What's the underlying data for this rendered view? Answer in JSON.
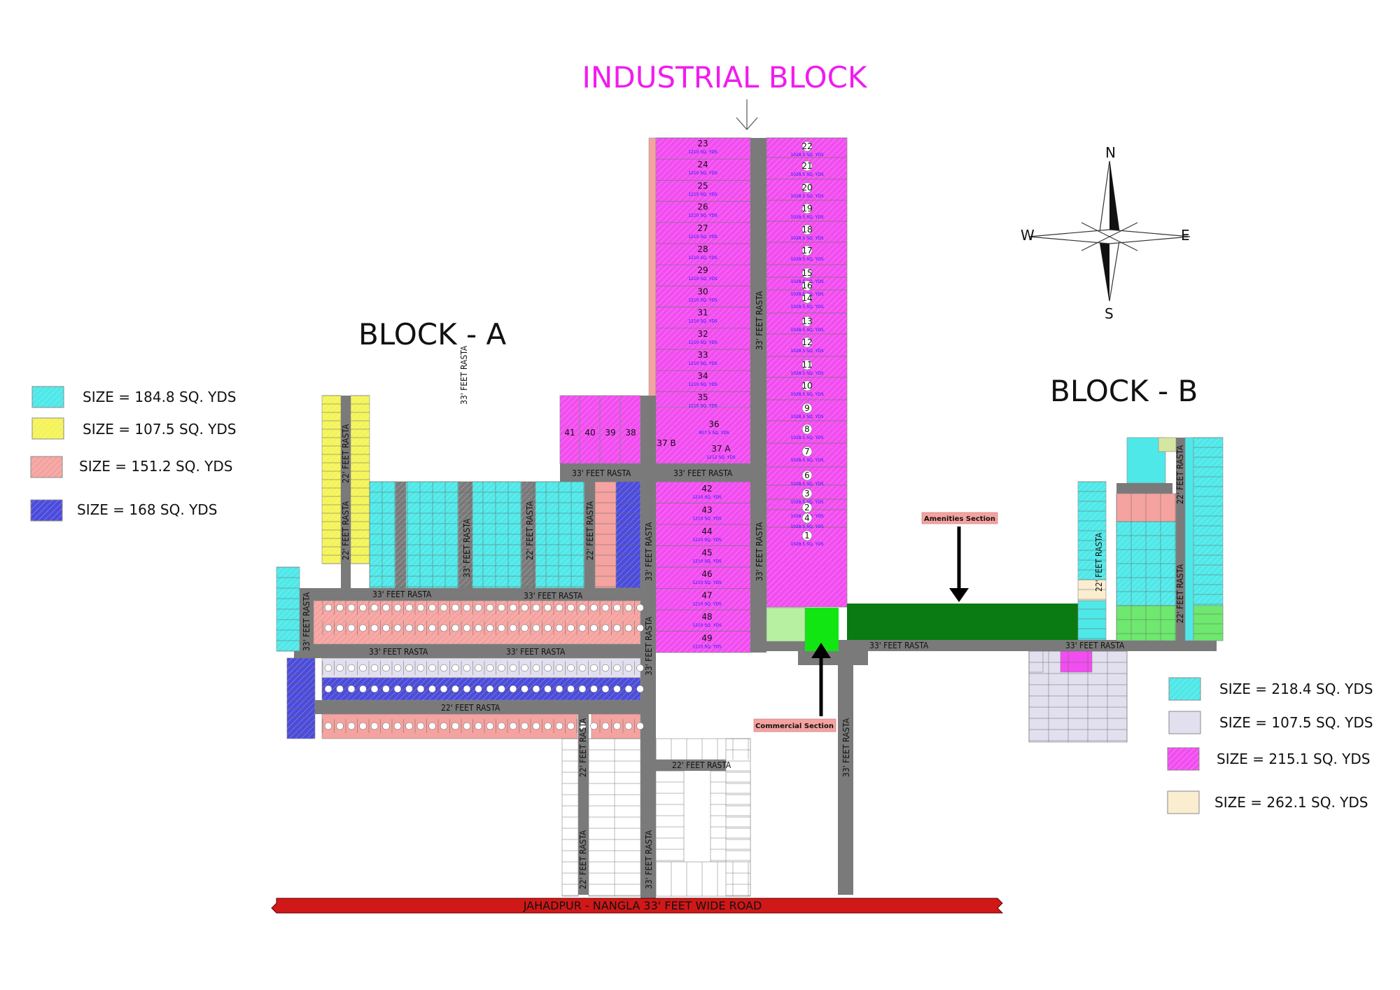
{
  "title": "INDUSTRIAL BLOCK",
  "blocks": {
    "a_label": "BLOCK - A",
    "b_label": "BLOCK - B"
  },
  "compass": {
    "n": "N",
    "s": "S",
    "e": "E",
    "w": "W"
  },
  "legend_left": [
    {
      "label": "SIZE  =  184.8  SQ.  YDS",
      "color": "#4fe8e8"
    },
    {
      "label": "SIZE = 107.5 SQ. YDS",
      "color": "#f4f45a"
    },
    {
      "label": "SIZE = 151.2 SQ. YDS",
      "color": "#f5a3a0"
    },
    {
      "label": "SIZE = 168 SQ. YDS",
      "color": "#4b4bdc"
    }
  ],
  "legend_right": [
    {
      "label": "SIZE  =  218.4  SQ.  YDS",
      "color": "#4fe8e8"
    },
    {
      "label": "SIZE = 107.5 SQ. YDS",
      "color": "#e2e0ef"
    },
    {
      "label": "SIZE = 215.1 SQ. YDS",
      "color": "#f24df0"
    },
    {
      "label": "SIZE = 262.1 SQ. YDS",
      "color": "#faedd0"
    }
  ],
  "sections": {
    "amenities": "Amenities Section",
    "commercial": "Commercial Section"
  },
  "roads": {
    "rasta33": "33' FEET RASTA",
    "rasta33_short": "33' FEET RASTA",
    "rasta22": "22' FEET RASTA",
    "main_road": "JAHADPUR - NANGLA 33' FEET WIDE ROAD"
  },
  "industrial_plots": {
    "left_numbers": [
      "23",
      "24",
      "25",
      "26",
      "27",
      "28",
      "29",
      "30",
      "31",
      "32",
      "33",
      "34",
      "35"
    ],
    "left_size": "1210 SQ. YDS",
    "right_numbers": [
      "22",
      "21",
      "20",
      "19",
      "18",
      "17",
      "15",
      "16",
      "14",
      "13",
      "12",
      "11",
      "10",
      "9",
      "8",
      "7",
      "6",
      "3",
      "2",
      "4",
      "1"
    ],
    "right_size": "1028.5 SQ. YDS",
    "lower_left_numbers": [
      "42",
      "43",
      "44",
      "45",
      "46",
      "47",
      "48",
      "49"
    ],
    "plot_36": "36",
    "plot_36_size": "907.5 SQ. YDS",
    "plot_37a": "37 A",
    "plot_37a_size": "1212 SQ. YDS",
    "plot_37b": "37 B",
    "small_plots": [
      "41",
      "40",
      "39",
      "38"
    ]
  },
  "colors": {
    "cyan": "#4fe8e8",
    "yellow": "#f4f45a",
    "salmon": "#f5a3a0",
    "blue": "#4b4bdc",
    "magenta": "#f24df0",
    "lavender": "#e2e0ef",
    "cream": "#faedd0",
    "road": "#7a7a7a",
    "green": "#0a7a12",
    "bright_green": "#12e612",
    "title_magenta": "#f01cf0",
    "main_road_red": "#d01818"
  }
}
